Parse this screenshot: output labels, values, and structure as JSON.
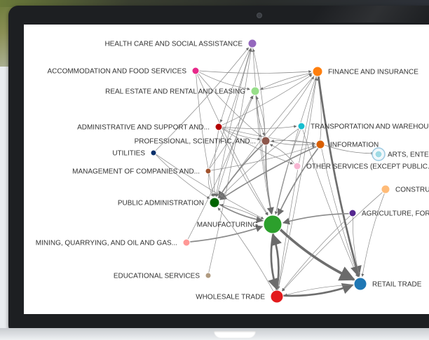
{
  "diagram": {
    "nodes": [
      {
        "id": "health",
        "label": "HEALTH CARE AND SOCIAL ASSISTANCE",
        "color": "#9467bd",
        "label_side": "left"
      },
      {
        "id": "accom",
        "label": "ACCOMMODATION AND FOOD SERVICES",
        "color": "#e7298a",
        "label_side": "left"
      },
      {
        "id": "finance",
        "label": "FINANCE AND INSURANCE",
        "color": "#ff7f0e",
        "label_side": "right"
      },
      {
        "id": "realestate",
        "label": "REAL ESTATE AND RENTAL AND LEASING",
        "color": "#98df8a",
        "label_side": "left"
      },
      {
        "id": "admin",
        "label": "ADMINISTRATIVE AND SUPPORT AND...",
        "color": "#b30000",
        "label_side": "left"
      },
      {
        "id": "transport",
        "label": "TRANSPORTATION AND WAREHOU",
        "color": "#17becf",
        "label_side": "right"
      },
      {
        "id": "professional",
        "label": "PROFESSIONAL, SCIENTIFIC, AND...",
        "color": "#8c564b",
        "label_side": "left"
      },
      {
        "id": "information",
        "label": "INFORMATION",
        "color": "#d95f02",
        "label_side": "right"
      },
      {
        "id": "utilities",
        "label": "UTILITIES",
        "color": "#08306b",
        "label_side": "left"
      },
      {
        "id": "arts",
        "label": "ARTS, ENTER",
        "color": "#9edae5",
        "label_side": "right",
        "highlight": true
      },
      {
        "id": "management",
        "label": "MANAGEMENT OF COMPANIES AND...",
        "color": "#a0522d",
        "label_side": "left"
      },
      {
        "id": "other",
        "label": "OTHER SERVICES (EXCEPT PUBLIC...",
        "color": "#f7b6d2",
        "label_side": "right"
      },
      {
        "id": "construction",
        "label": "CONSTRU",
        "color": "#ffbb78",
        "label_side": "right"
      },
      {
        "id": "public",
        "label": "PUBLIC ADMINISTRATION",
        "color": "#006400",
        "label_side": "left"
      },
      {
        "id": "agriculture",
        "label": "AGRICULTURE, FOR",
        "color": "#54278f",
        "label_side": "right"
      },
      {
        "id": "manufacturing",
        "label": "MANUFACTURING",
        "color": "#2ca02c",
        "label_side": "left"
      },
      {
        "id": "mining",
        "label": "MINING, QUARRYING, AND OIL AND GAS...",
        "color": "#ff9896",
        "label_side": "left"
      },
      {
        "id": "educational",
        "label": "EDUCATIONAL SERVICES",
        "color": "#b09a80",
        "label_side": "left"
      },
      {
        "id": "wholesale",
        "label": "WHOLESALE TRADE",
        "color": "#e31a1c",
        "label_side": "left"
      },
      {
        "id": "retail",
        "label": "RETAIL TRADE",
        "color": "#1f77b4",
        "label_side": "right"
      }
    ],
    "edges": [
      [
        "accom",
        "finance",
        1
      ],
      [
        "accom",
        "realestate",
        1
      ],
      [
        "accom",
        "public",
        1
      ],
      [
        "accom",
        "manufacturing",
        1
      ],
      [
        "accom",
        "professional",
        1
      ],
      [
        "health",
        "admin",
        1
      ],
      [
        "health",
        "public",
        1
      ],
      [
        "health",
        "manufacturing",
        1
      ],
      [
        "utilities",
        "health",
        1
      ],
      [
        "realestate",
        "finance",
        1
      ],
      [
        "finance",
        "realestate",
        1
      ],
      [
        "realestate",
        "manufacturing",
        1
      ],
      [
        "realestate",
        "public",
        1
      ],
      [
        "realestate",
        "professional",
        1
      ],
      [
        "admin",
        "finance",
        1
      ],
      [
        "admin",
        "transport",
        1
      ],
      [
        "admin",
        "information",
        1
      ],
      [
        "admin",
        "manufacturing",
        1
      ],
      [
        "admin",
        "public",
        1
      ],
      [
        "admin",
        "professional",
        1
      ],
      [
        "admin",
        "other",
        1
      ],
      [
        "professional",
        "finance",
        1
      ],
      [
        "professional",
        "information",
        1
      ],
      [
        "professional",
        "manufacturing",
        2
      ],
      [
        "professional",
        "public",
        2
      ],
      [
        "professional",
        "realestate",
        1
      ],
      [
        "professional",
        "health",
        1
      ],
      [
        "information",
        "finance",
        1
      ],
      [
        "information",
        "professional",
        1
      ],
      [
        "information",
        "public",
        2
      ],
      [
        "information",
        "manufacturing",
        2
      ],
      [
        "information",
        "arts",
        1
      ],
      [
        "information",
        "retail",
        1
      ],
      [
        "transport",
        "manufacturing",
        1
      ],
      [
        "transport",
        "public",
        1
      ],
      [
        "transport",
        "retail",
        1
      ],
      [
        "finance",
        "retail",
        3
      ],
      [
        "finance",
        "public",
        1
      ],
      [
        "finance",
        "manufacturing",
        1
      ],
      [
        "finance",
        "wholesale",
        1
      ],
      [
        "management",
        "health",
        1
      ],
      [
        "management",
        "realestate",
        1
      ],
      [
        "management",
        "information",
        1
      ],
      [
        "utilities",
        "public",
        1
      ],
      [
        "utilities",
        "manufacturing",
        1
      ],
      [
        "other",
        "professional",
        1
      ],
      [
        "public",
        "manufacturing",
        2
      ],
      [
        "manufacturing",
        "public",
        1
      ],
      [
        "agriculture",
        "manufacturing",
        2
      ],
      [
        "agriculture",
        "retail",
        1
      ],
      [
        "construction",
        "retail",
        1
      ],
      [
        "construction",
        "wholesale",
        1
      ],
      [
        "mining",
        "manufacturing",
        2
      ],
      [
        "mining",
        "realestate",
        1
      ],
      [
        "manufacturing",
        "wholesale",
        3
      ],
      [
        "wholesale",
        "manufacturing",
        3
      ],
      [
        "manufacturing",
        "retail",
        4
      ],
      [
        "wholesale",
        "retail",
        3
      ],
      [
        "retail",
        "wholesale",
        1
      ],
      [
        "wholesale",
        "public",
        1
      ],
      [
        "wholesale",
        "finance",
        1
      ],
      [
        "agriculture",
        "wholesale",
        1
      ],
      [
        "educational",
        "health",
        1
      ],
      [
        "management",
        "public",
        1
      ]
    ]
  }
}
